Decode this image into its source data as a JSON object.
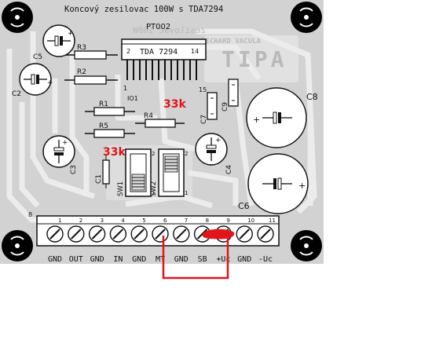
{
  "board": {
    "title": "Koncový zesilovac 100W s TDA7294",
    "code": "PT002",
    "mirror_top": "zesilovac 100W",
    "mirror_author": "RICHARD VACULA",
    "mirror_logo": "TIPA",
    "ic_label": "TDA 7294",
    "ic_pin_2": "2",
    "ic_pin_14": "14",
    "ic_ref": "IO1",
    "ic_pin1_mark": "1"
  },
  "components": {
    "C5": "C5",
    "C2": "C2",
    "C3": "C3",
    "C4": "C4",
    "C1": "C1",
    "C6": "C6",
    "C7": "C7",
    "C8": "C8",
    "C9": "C9",
    "R1": "R1",
    "R2": "R2",
    "R3": "R3",
    "R4": "R4",
    "R5": "R5",
    "SW1": "SW1",
    "SW2": "SW2",
    "n15": "15",
    "sw_num_1": "1",
    "sw_num_2": "2",
    "sw_num_1b": "1",
    "sw_num_2b": "2"
  },
  "annotations": {
    "value_a": "33k",
    "value_b": "33k",
    "pin_1": "1",
    "extra_mark": "8"
  },
  "terminals": {
    "numbers": [
      "1",
      "2",
      "3",
      "4",
      "5",
      "6",
      "7",
      "8",
      "9",
      "10",
      "11"
    ],
    "labels": [
      "GND",
      "OUT",
      "GND",
      "IN",
      "GND",
      "MT",
      "GND",
      "SB",
      "+Uc",
      "GND",
      "-Uc"
    ]
  },
  "colors": {
    "board": "#d2d2d2",
    "copper": "#ececec",
    "silk": "#111111",
    "annotation": "#e0161b"
  }
}
